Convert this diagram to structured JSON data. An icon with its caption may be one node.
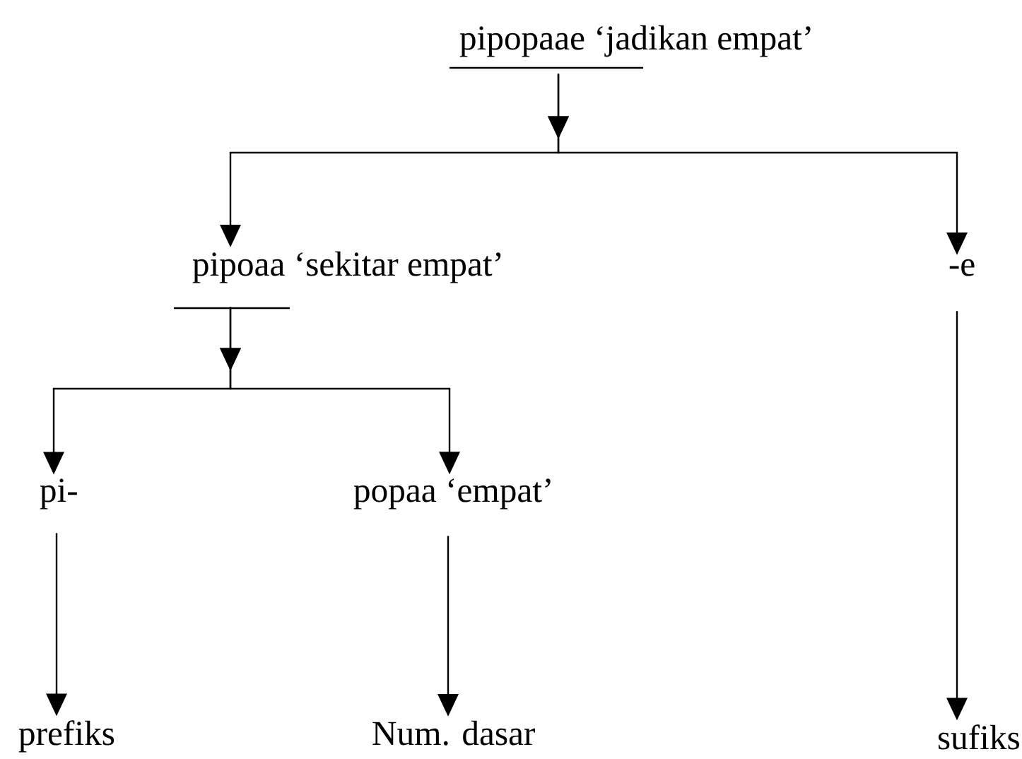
{
  "diagram": {
    "nodes": [
      {
        "text": [
          "pipopaae ‘jadikan empat’"
        ]
      },
      {
        "text": [
          "pipoaa ‘sekitar empat’"
        ]
      },
      {
        "text": [
          "-e"
        ]
      },
      {
        "text": [
          "pi-"
        ]
      },
      {
        "text": [
          "popaa ‘empat’"
        ]
      },
      {
        "text": [
          "prefiks"
        ]
      },
      {
        "text": [
          "Num. dasar"
        ]
      },
      {
        "text": [
          "sufiks"
        ]
      }
    ],
    "edges": [
      {
        "from": 0,
        "to": 1,
        "arrow": "to"
      },
      {
        "from": 0,
        "to": 2,
        "arrow": "to"
      },
      {
        "from": 1,
        "to": 3,
        "arrow": "to"
      },
      {
        "from": 1,
        "to": 4,
        "arrow": "to"
      },
      {
        "from": 3,
        "to": 5,
        "arrow": "to"
      },
      {
        "from": 4,
        "to": 6,
        "arrow": "to"
      },
      {
        "from": 2,
        "to": 7,
        "arrow": "to"
      }
    ]
  }
}
